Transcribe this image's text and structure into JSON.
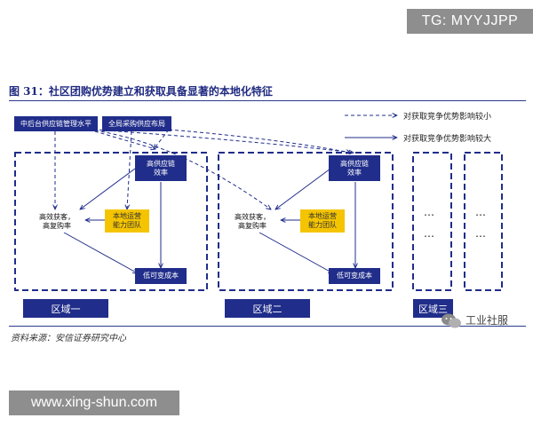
{
  "watermarks": {
    "top": "TG: MYYJJPP",
    "bottom": "www.xing-shun.com"
  },
  "figure": {
    "title": "图 31：社区团购优势建立和获取具备显著的本地化特征"
  },
  "top_factors": [
    {
      "label": "中后台供应链管理水平"
    },
    {
      "label": "全局采购供应布局"
    }
  ],
  "legend": [
    {
      "style": "dashed",
      "label": "对获取竞争优势影响较小"
    },
    {
      "style": "solid",
      "label": "对获取竞争优势影响较大"
    }
  ],
  "region_nodes": {
    "supply": "高供应链\n效率",
    "customer": "高效获客，\n高复购率",
    "team": "本地运营\n能力团队",
    "cost": "低可变成本"
  },
  "regions": [
    {
      "label": "区域一"
    },
    {
      "label": "区域二"
    },
    {
      "label": "区域三"
    }
  ],
  "ellipsis": "…",
  "source": "资料来源：安信证券研究中心",
  "wechat": {
    "label": "工业社服"
  },
  "colors": {
    "navy": "#202d8a",
    "yellow": "#f5c400",
    "rule": "#2b3b8f"
  }
}
